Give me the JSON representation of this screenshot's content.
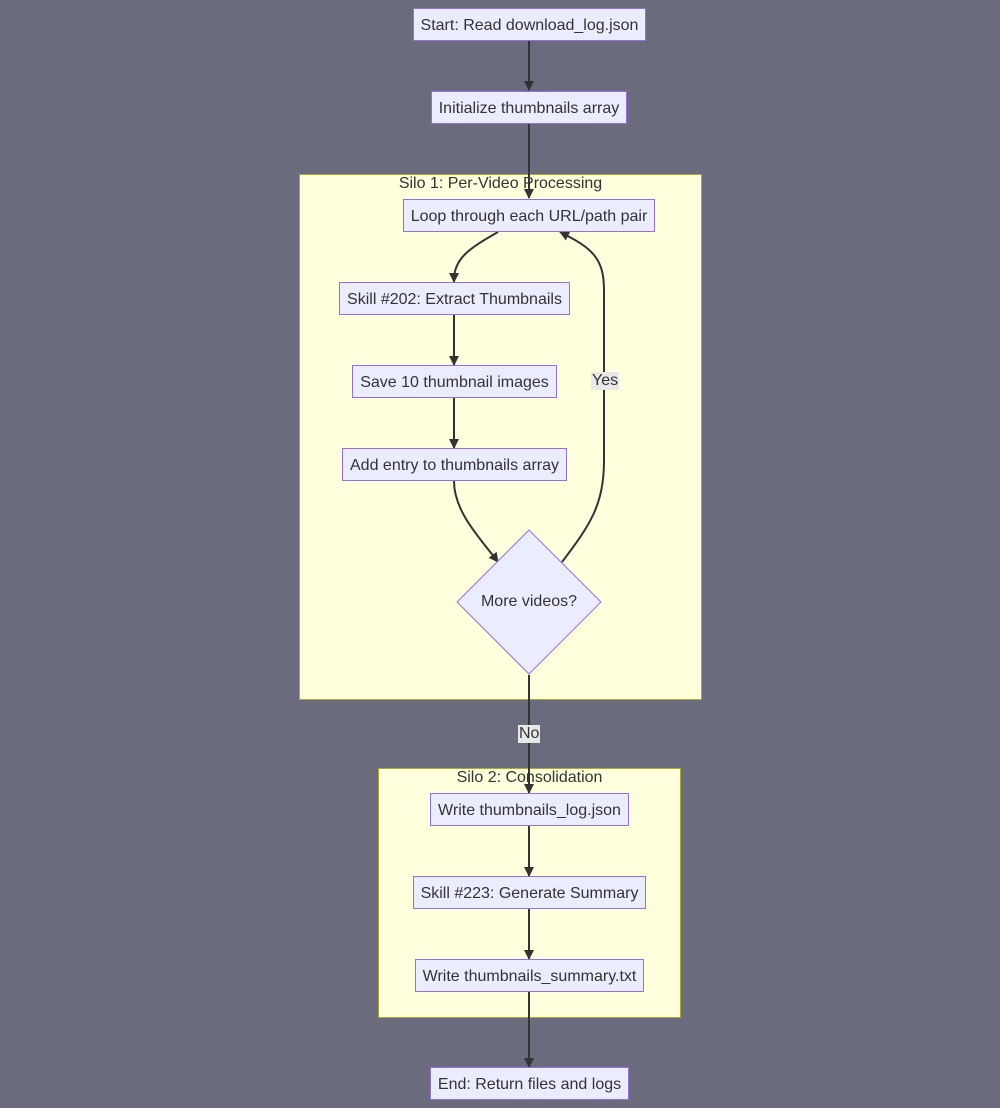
{
  "silos": {
    "silo1": {
      "title": "Silo 1: Per-Video Processing"
    },
    "silo2": {
      "title": "Silo 2: Consolidation"
    }
  },
  "nodes": {
    "start": "Start: Read download_log.json",
    "init": "Initialize thumbnails array",
    "loop": "Loop through each URL/path pair",
    "extract": "Skill #202: Extract Thumbnails",
    "save": "Save 10 thumbnail images",
    "add_entry": "Add entry to thumbnails array",
    "decision": "More videos?",
    "write_log": "Write thumbnails_log.json",
    "summary": "Skill #223: Generate Summary",
    "write_summary": "Write thumbnails_summary.txt",
    "end": "End: Return files and logs"
  },
  "edge_labels": {
    "yes": "Yes",
    "no": "No"
  }
}
